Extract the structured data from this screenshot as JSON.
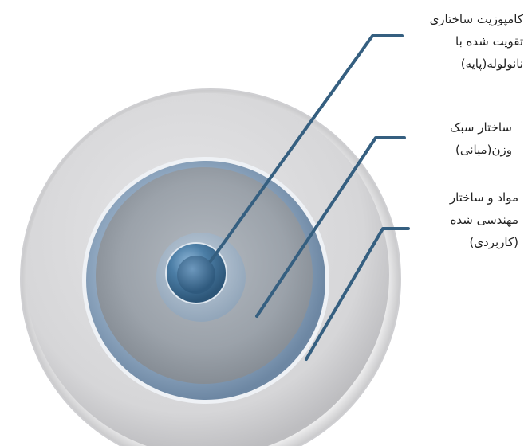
{
  "labels": {
    "base": {
      "line1": "کامپوزیت ساختاری",
      "line2": "تقویت شده با",
      "line3": "نانولوله(پایه)"
    },
    "middle": {
      "line1": "ساختار سبک",
      "line2": "وزن(میانی)"
    },
    "application": {
      "line1": "مواد و ساختار",
      "line2": "مهندسی شده",
      "line3": "(کاربردی)"
    }
  },
  "colors": {
    "leader_line": "#355f80",
    "outer_ring": "#d4d4d6",
    "middle_disk": "#9aa1a9",
    "core": "#4c7ea6"
  }
}
